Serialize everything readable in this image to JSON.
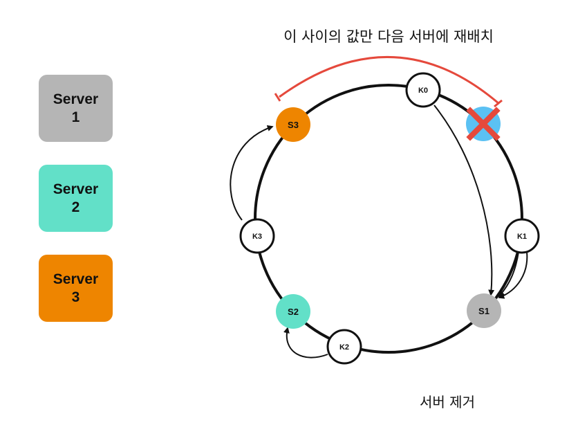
{
  "legend": [
    {
      "label": "Server\n1",
      "color": "#B5B5B5"
    },
    {
      "label": "Server\n2",
      "color": "#62E0C8"
    },
    {
      "label": "Server\n3",
      "color": "#EE8500"
    }
  ],
  "colors": {
    "server1": "#B5B5B5",
    "server2": "#62E0C8",
    "server3": "#EE8500",
    "removed_server": "#5BC1F3",
    "cross": "#E5493C",
    "range_arc": "#E5493C"
  },
  "nodes": {
    "k0": "K0",
    "k1": "K1",
    "k2": "K2",
    "k3": "K3",
    "s1": "S1",
    "s2": "S2",
    "s3": "S3"
  },
  "removed_icon": "cross-icon",
  "range_caption": "이 사이의 값만 다음 서버에 재배치",
  "bottom_caption": "서버 제거"
}
